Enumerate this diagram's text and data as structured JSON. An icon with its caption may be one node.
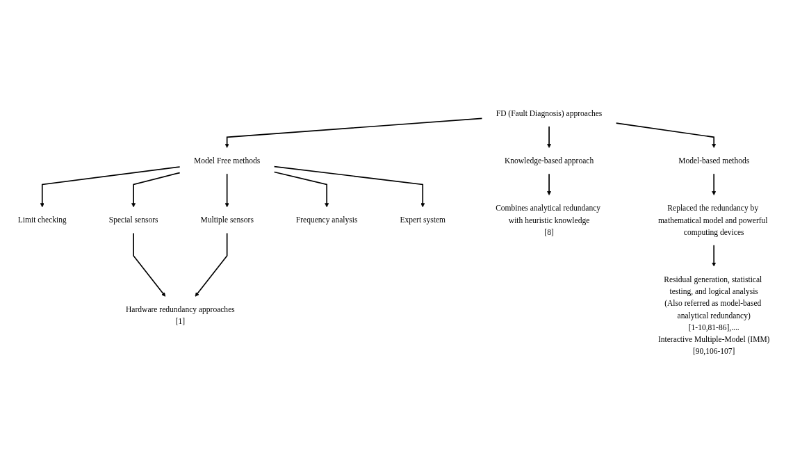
{
  "diagram": {
    "nodes": [
      {
        "text": [
          "FD (Fault Diagnosis) approaches"
        ]
      },
      {
        "text": [
          "Model Free methods"
        ]
      },
      {
        "text": [
          "Knowledge-based approach"
        ]
      },
      {
        "text": [
          "Model-based methods"
        ]
      },
      {
        "text": [
          "Limit checking"
        ]
      },
      {
        "text": [
          "Special sensors"
        ]
      },
      {
        "text": [
          "Multiple sensors"
        ]
      },
      {
        "text": [
          "Frequency analysis"
        ]
      },
      {
        "text": [
          "Expert system"
        ]
      },
      {
        "text": [
          "Hardware redundancy approaches",
          "[1]"
        ]
      },
      {
        "text": [
          "Combines analytical redundancy with heuristic knowledge",
          "[8]"
        ]
      },
      {
        "text": [
          "Replaced the redundancy by mathematical model and powerful computing devices"
        ]
      },
      {
        "text": [
          "Residual generation, statistical testing, and logical analysis",
          "(Also referred as model-based analytical redundancy)",
          "[1-10,81-86],....",
          "Interactive Multiple-Model (IMM)",
          "[90,106-107]"
        ]
      }
    ],
    "edges": [
      {
        "from": 0,
        "to": 1,
        "arrow": "to"
      },
      {
        "from": 0,
        "to": 2,
        "arrow": "to"
      },
      {
        "from": 0,
        "to": 3,
        "arrow": "to"
      },
      {
        "from": 1,
        "to": 4,
        "arrow": "to"
      },
      {
        "from": 1,
        "to": 5,
        "arrow": "to"
      },
      {
        "from": 1,
        "to": 6,
        "arrow": "to"
      },
      {
        "from": 1,
        "to": 7,
        "arrow": "to"
      },
      {
        "from": 1,
        "to": 8,
        "arrow": "to"
      },
      {
        "from": 5,
        "to": 9,
        "arrow": "to"
      },
      {
        "from": 6,
        "to": 9,
        "arrow": "to"
      },
      {
        "from": 2,
        "to": 10,
        "arrow": "to"
      },
      {
        "from": 3,
        "to": 11,
        "arrow": "to"
      },
      {
        "from": 11,
        "to": 12,
        "arrow": "to"
      }
    ]
  }
}
